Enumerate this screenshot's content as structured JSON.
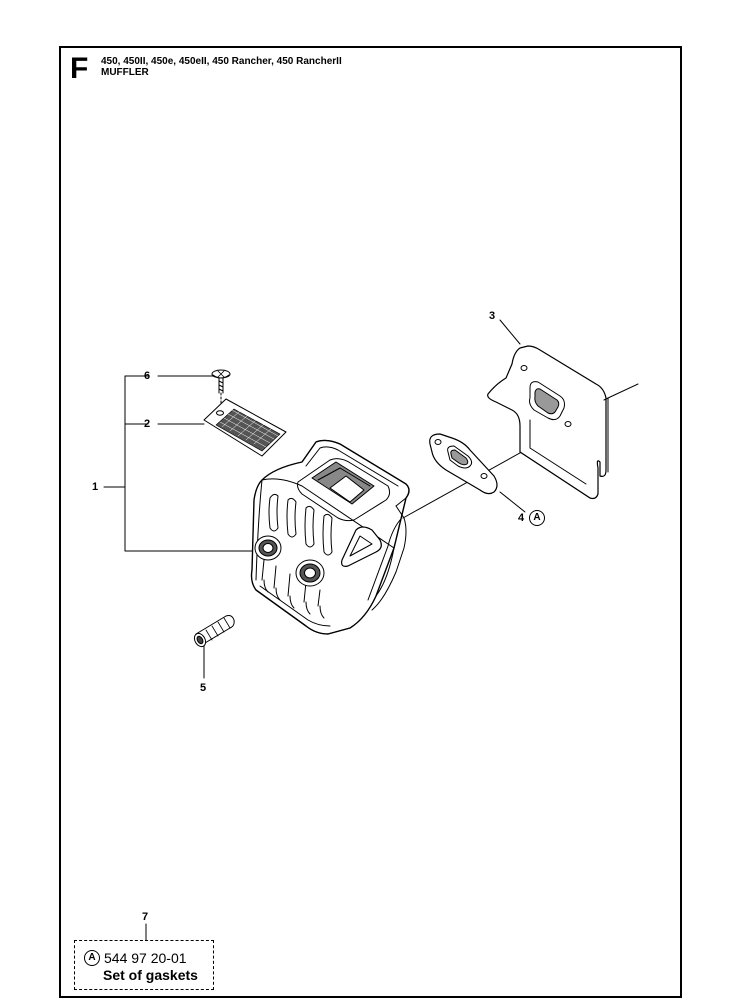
{
  "header": {
    "section_letter": "F",
    "models": "450, 450II, 450e, 450eII, 450 Rancher, 450 RancherII",
    "title": "MUFFLER"
  },
  "callouts": {
    "p1": "1",
    "p2": "2",
    "p3": "3",
    "p4": "4",
    "p5": "5",
    "p6": "6",
    "p7": "7"
  },
  "kit_marker": "A",
  "kit": {
    "marker": "A",
    "part_number": "544 97 20-01",
    "name": "Set of gaskets"
  }
}
